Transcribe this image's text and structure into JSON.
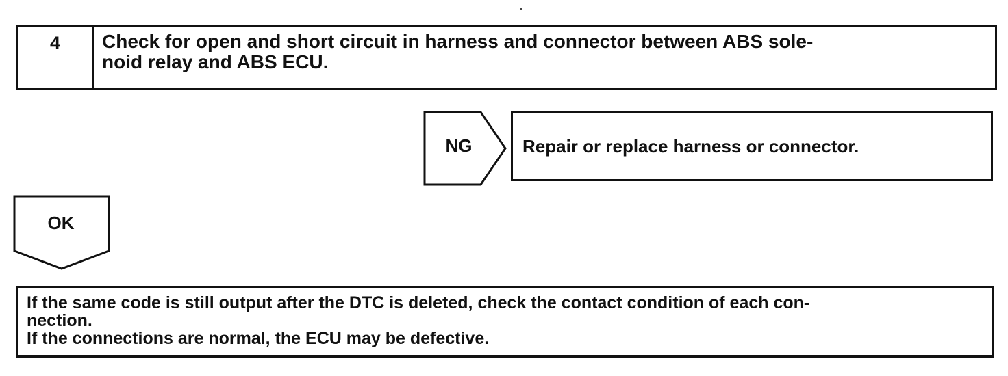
{
  "step": {
    "number": "4",
    "text": "Check for open and short circuit in harness and connector between ABS sole-\nnoid relay and ABS ECU."
  },
  "ng_branch": {
    "label": "NG",
    "result": "Repair or replace harness or connector."
  },
  "ok_branch": {
    "label": "OK"
  },
  "final_note": {
    "text": "If the same code is still output after the DTC is deleted, check the contact condition of each con-\nnection.\nIf the connections are normal, the ECU may be defective."
  }
}
